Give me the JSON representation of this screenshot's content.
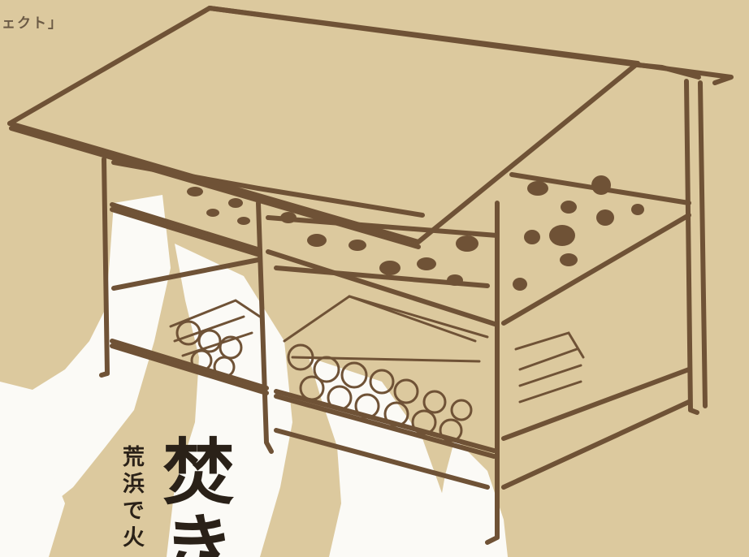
{
  "caption": {
    "top_left": "ェクト」"
  },
  "title": {
    "vertical": "焚き"
  },
  "subtitle": {
    "vertical": "荒浜で火"
  },
  "colors": {
    "background": "#dcc99e",
    "line": "#6f5236",
    "white_shapes": "#fbfaf6",
    "text": "#2a2118"
  },
  "illustration": {
    "subject": "firewood-storage-shed-drawing"
  }
}
